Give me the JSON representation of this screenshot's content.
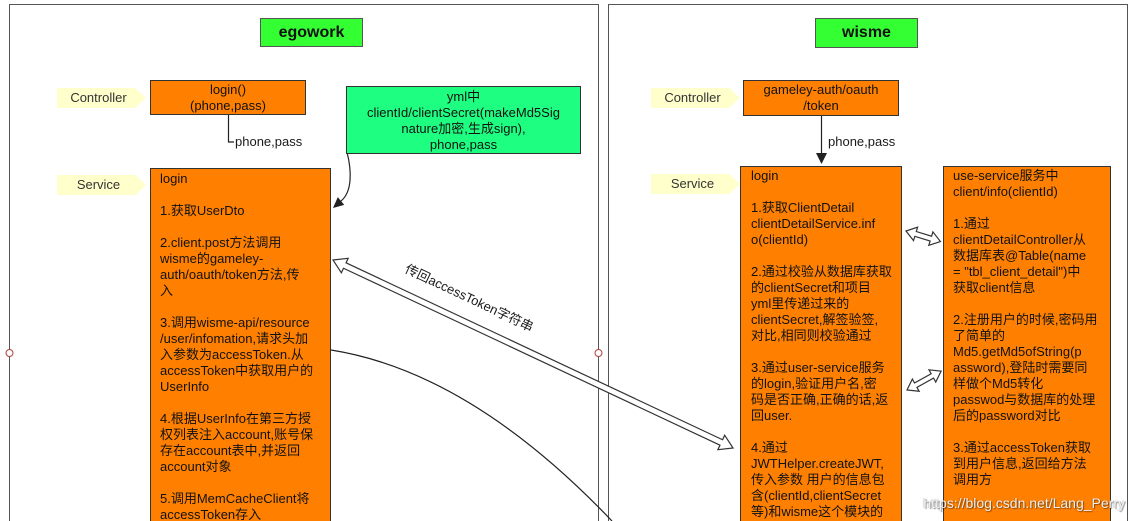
{
  "egowork": {
    "title": "egowork",
    "controller_tag": "Controller",
    "service_tag": "Service",
    "controller_box": "login()\n(phone,pass)",
    "controller_edge_label": "phone,pass",
    "yml_note": "yml中\nclientId/clientSecret(makeMd5Sig\nnature加密,生成sign),\nphone,pass",
    "service_box": "login\n\n1.获取UserDto\n\n2.client.post方法调用\nwisme的gameley-\nauth/oauth/token方法,传\n入\n\n3.调用wisme-api/resource\n/user/infomation,请求头加\n入参数为accessToken.从\naccessToken中获取用户的\nUserInfo\n\n4.根据UserInfo在第三方授\n权列表注入account,账号保\n存在account表中,并返回\naccount对象\n\n5.调用MemCacheClient将\naccessToken存入"
  },
  "wisme": {
    "title": "wisme",
    "controller_tag": "Controller",
    "service_tag": "Service",
    "controller_box": "gameley-auth/oauth\n/token",
    "controller_edge_label": "phone,pass",
    "service_box": "login\n\n1.获取ClientDetail\nclientDetailService.inf\no(clientId)\n\n2.通过校验从数据库获取\n的clientSecret和项目\nyml里传递过来的\nclientSecret,解签验签,\n对比,相同则校验通过\n\n3.通过user-service服务\n的login,验证用户名,密\n码是否正确,正确的话,返\n回user.\n\n4.通过\nJWTHelper.createJWT,\n传入参数 用户的信息包\n含(clientId,clientSecret\n等)和wisme这个模块的",
    "user_service_box": "use-service服务中\nclient/info(clientId)\n\n1.通过\nclientDetailController从\n数据库表@Table(name\n= \"tbl_client_detail\")中\n获取client信息\n\n2.注册用户的时候,密码用\n了简单的\nMd5.getMd5ofString(p\nassword),登陆时需要同\n样做个Md5转化\npasswod与数据库的处理\n后的password对比\n\n3.通过accessToken获取\n到用户信息,返回给方法\n调用方"
  },
  "cross_edge_label": "传回accessToken字符串",
  "watermark": "https://blog.csdn.net/Lang_Perry",
  "colors": {
    "title_fill": "#33ff33",
    "process_fill": "#ff8000",
    "note_fill": "#1eff82",
    "tag_fill": "#ffffcc"
  }
}
